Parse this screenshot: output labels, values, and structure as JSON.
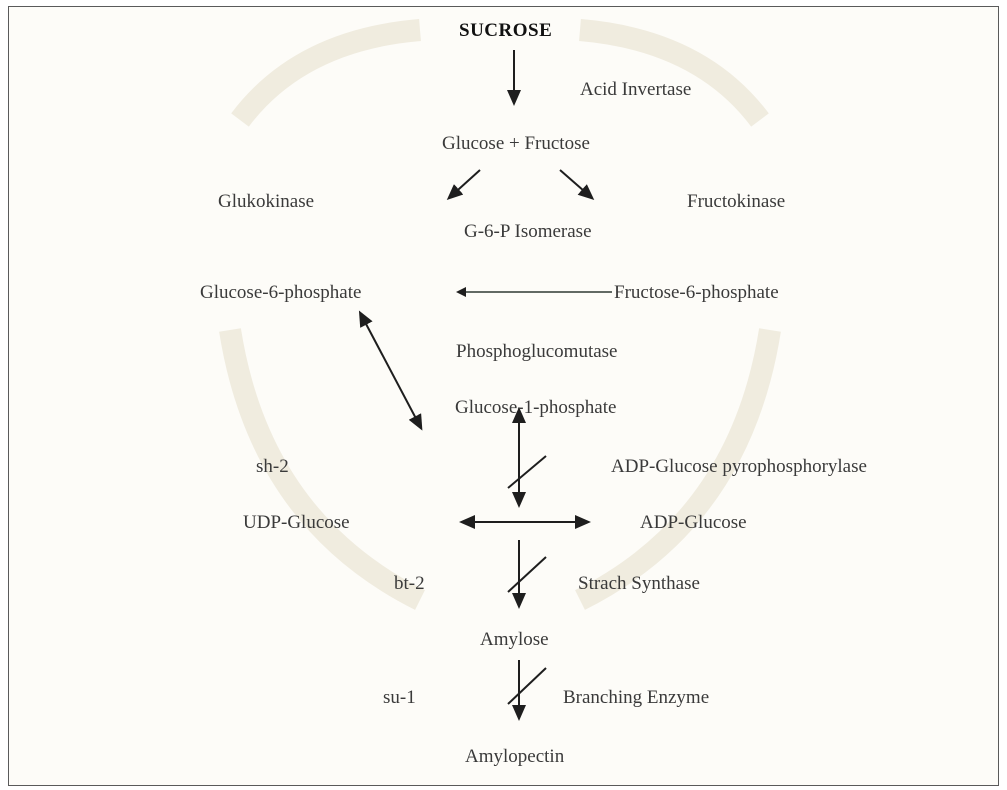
{
  "title": "SUCROSE",
  "nodes": {
    "glucose_fructose": "Glucose + Fructose",
    "glucose_6_phosphate": "Glucose-6-phosphate",
    "fructose_6_phosphate": "Fructose-6-phosphate",
    "glucose_1_phosphate": "Glucose-1-phosphate",
    "udp_glucose": "UDP-Glucose",
    "adp_glucose": "ADP-Glucose",
    "amylose": "Amylose",
    "amylopectin": "Amylopectin"
  },
  "enzymes": {
    "acid_invertase": "Acid Invertase",
    "glukokinase": "Glukokinase",
    "fructokinase": "Fructokinase",
    "g6p_isomerase": "G-6-P Isomerase",
    "phosphoglucomutase": "Phosphoglucomutase",
    "adp_glucose_pyrophosphorylase": "ADP-Glucose pyrophosphorylase",
    "starch_synthase": "Strach Synthase",
    "branching_enzyme": "Branching Enzyme"
  },
  "mutants": {
    "sh2": "sh-2",
    "bt2": "bt-2",
    "su1": "su-1"
  },
  "colors": {
    "arrow": "#1e1e1e",
    "text": "#3a3a3a",
    "frame": "#5a5a5a",
    "watermark": "#e9e4d3"
  }
}
